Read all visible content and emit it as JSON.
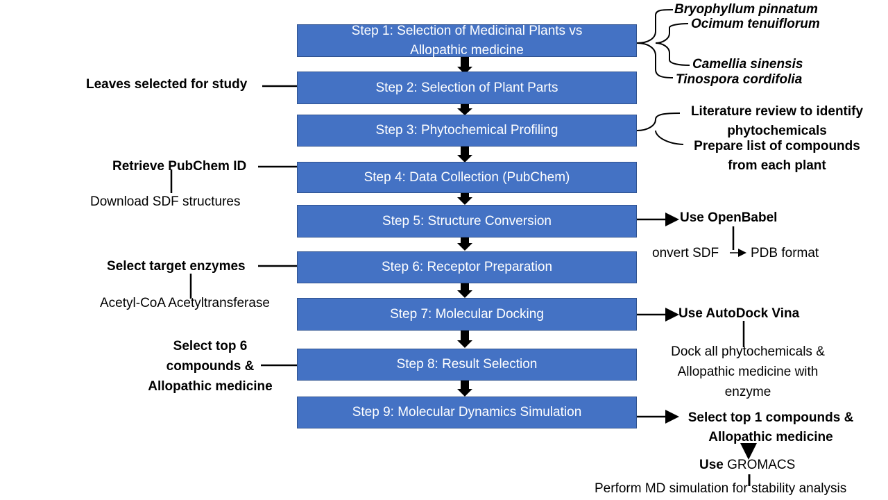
{
  "steps": [
    "Step 1: Selection of Medicinal Plants vs Allopathic medicine",
    "Step 2: Selection of Plant Parts",
    "Step 3: Phytochemical Profiling",
    "Step 4: Data Collection (PubChem)",
    "Step 5: Structure Conversion",
    "Step 6: Receptor Preparation",
    "Step 7: Molecular Docking",
    "Step 8: Result Selection",
    "Step 9: Molecular Dynamics Simulation"
  ],
  "plants": [
    "Bryophyllum pinnatum",
    "Ocimum tenuiflorum",
    "Camellia sinensis",
    "Tinospora cordifolia"
  ],
  "step2_note": "Leaves selected for study",
  "step3_notes": [
    "Literature review to identify phytochemicals",
    "Prepare list of compounds from each plant"
  ],
  "step4_notes": [
    "Retrieve PubChem ID",
    "Download SDF structures"
  ],
  "step5_notes": {
    "tool": "Use OpenBabel",
    "convert_left": "onvert SDF",
    "convert_right": "PDB format"
  },
  "step6_notes": [
    "Select target enzymes",
    "Acetyl-CoA Acetyltransferase"
  ],
  "step7_notes": {
    "tool": "Use AutoDock Vina",
    "detail": "Dock all phytochemicals & Allopathic medicine with enzyme"
  },
  "step8_note": "Select top 6 compounds & Allopathic medicine",
  "step9_notes": {
    "select": "Select top 1 compounds & Allopathic medicine",
    "use_bold": "Use",
    "use_rest": "GROMACS",
    "perform": "Perform MD simulation for stability analysis"
  }
}
